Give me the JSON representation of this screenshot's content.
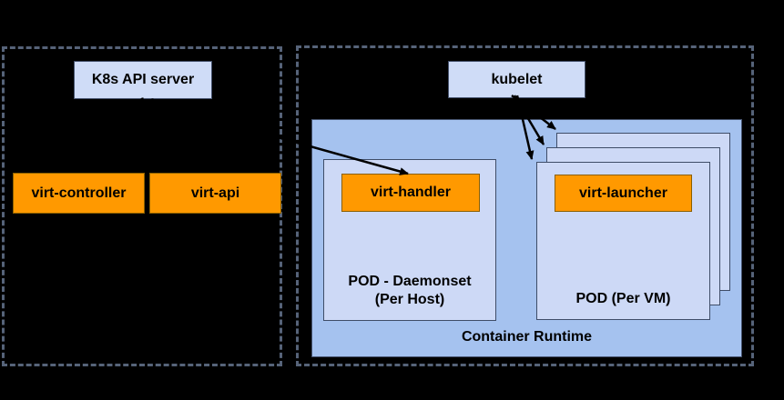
{
  "colors": {
    "background": "#000000",
    "dashed_boundary": "#566379",
    "blue_box_fill": "#cfdcf7",
    "blue_box_border": "#46536e",
    "container_runtime_fill": "#a5c2ef",
    "pod_box_fill": "#cdd9f6",
    "orange_box_fill": "#ff9900",
    "orange_box_border": "#8a5f00",
    "arrow": "#000000",
    "text": "#000000"
  },
  "master": {
    "api_server": "K8s API server",
    "virt_controller": "virt-controller",
    "virt_api": "virt-api"
  },
  "node": {
    "kubelet": "kubelet",
    "container_runtime": "Container Runtime",
    "pod_daemonset_line1": "POD - Daemonset",
    "pod_daemonset_line2": "(Per Host)",
    "virt_handler": "virt-handler",
    "pod_per_vm": "POD (Per VM)",
    "virt_launcher": "virt-launcher"
  }
}
